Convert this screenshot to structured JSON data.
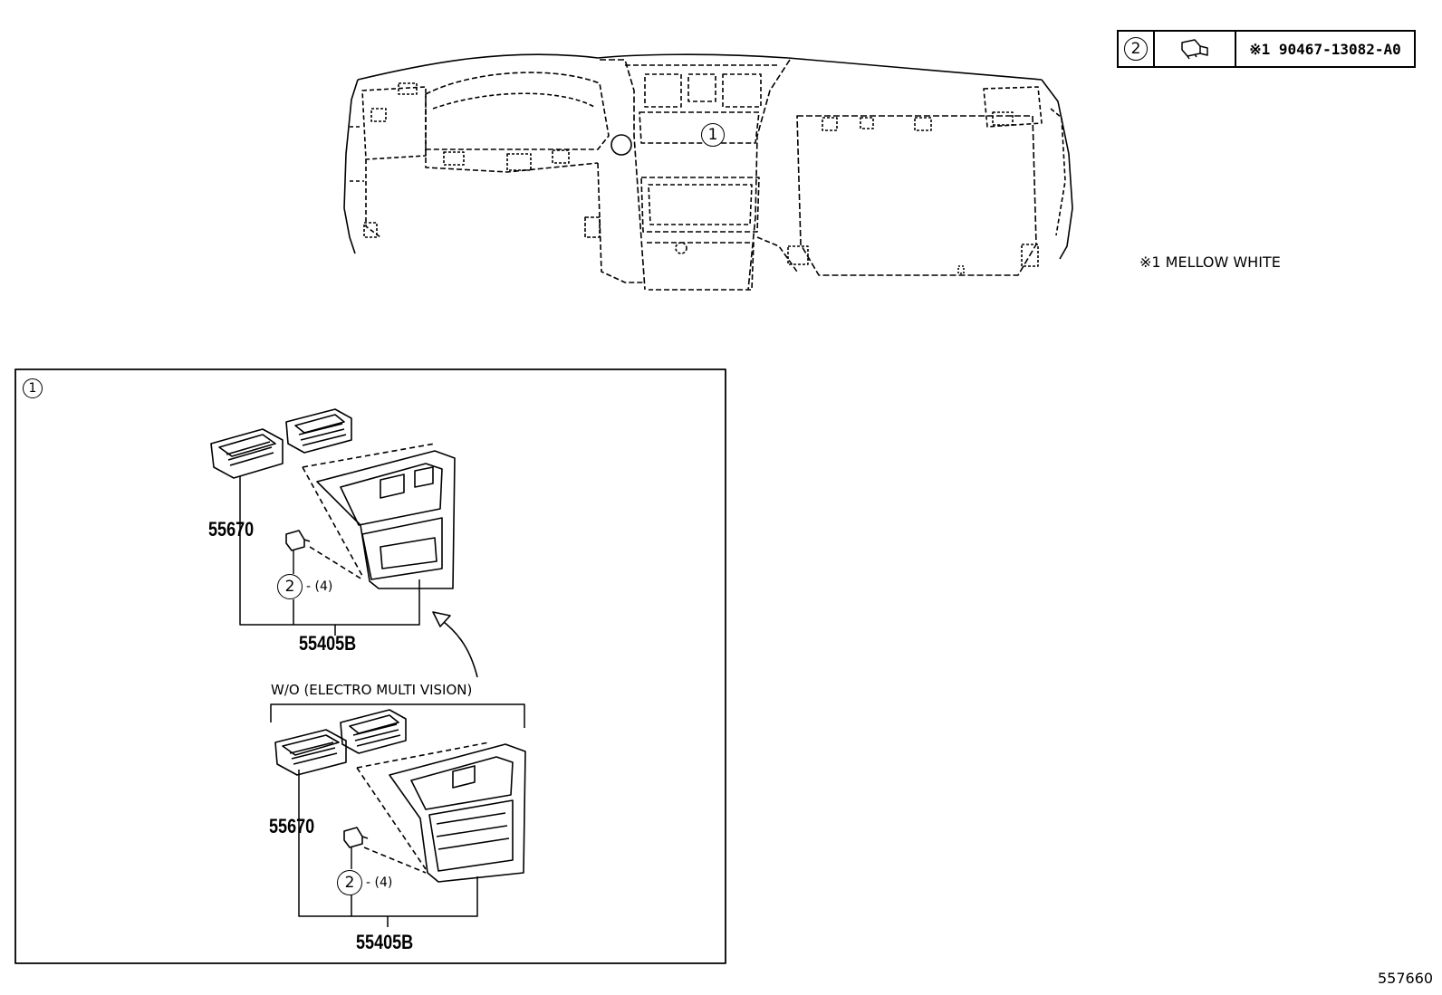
{
  "legend": {
    "callout": "2",
    "part_number": "※1 90467-13082-A0"
  },
  "note": "※1 MELLOW WHITE",
  "callout_main": "1",
  "detail_box": {
    "callout": "1",
    "upper_assembly": {
      "vent_part": "55670",
      "clip_callout": "2",
      "clip_qty": "- (4)",
      "panel_part": "55405B"
    },
    "condition": "W/O (ELECTRO MULTI VISION)",
    "lower_assembly": {
      "vent_part": "55670",
      "clip_callout": "2",
      "clip_qty": "- (4)",
      "panel_part": "55405B"
    }
  },
  "diagram_id": "557660",
  "icons": {
    "clip": "clip-icon"
  }
}
